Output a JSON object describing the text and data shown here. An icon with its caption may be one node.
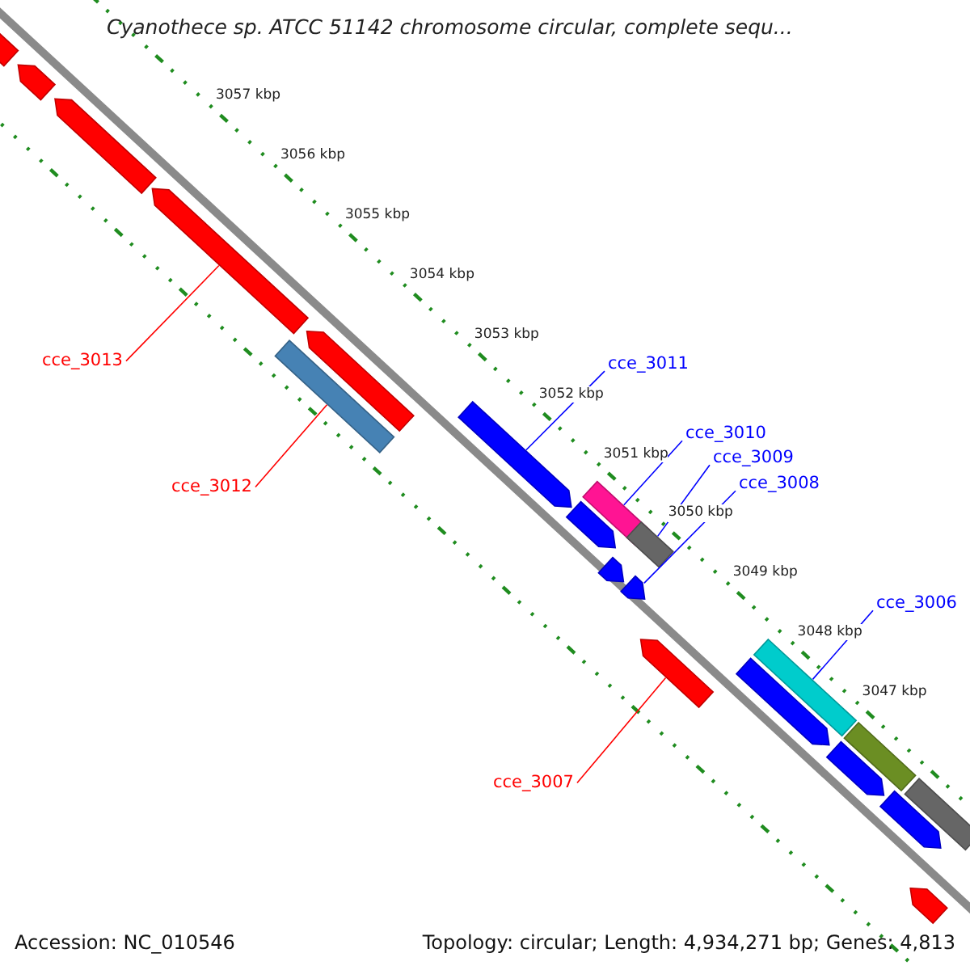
{
  "diagram": {
    "title": "Cyanothece sp. ATCC 51142 chromosome circular, complete sequ...",
    "nodes": [
      {
        "text": [
          "cce_3013"
        ]
      },
      {
        "text": [
          "cce_3012"
        ]
      },
      {
        "text": [
          "cce_3011"
        ]
      },
      {
        "text": [
          "cce_3010"
        ]
      },
      {
        "text": [
          "cce_3009"
        ]
      },
      {
        "text": [
          "cce_3008"
        ]
      },
      {
        "text": [
          "cce_3006"
        ]
      },
      {
        "text": [
          "cce_3007"
        ]
      },
      {
        "text": [],
        "shape": "arrow"
      },
      {
        "text": [],
        "shape": "arrow"
      },
      {
        "text": [],
        "shape": "arrow"
      },
      {
        "text": [],
        "shape": "arrow"
      },
      {
        "text": [],
        "shape": "bar"
      },
      {
        "text": [],
        "shape": "arrow"
      },
      {
        "text": [],
        "shape": "arrow"
      },
      {
        "text": [],
        "shape": "bar"
      },
      {
        "text": [],
        "shape": "arrow"
      },
      {
        "text": [],
        "shape": "bar"
      },
      {
        "text": [],
        "shape": "arrow"
      },
      {
        "text": [],
        "shape": "arrow"
      },
      {
        "text": [],
        "shape": "arrow"
      },
      {
        "text": [],
        "shape": "bar"
      },
      {
        "text": [],
        "shape": "arrow"
      },
      {
        "text": [],
        "shape": "bar"
      },
      {
        "text": [],
        "shape": "arrow"
      },
      {
        "text": [],
        "shape": "bar"
      },
      {
        "text": [],
        "shape": "arrow"
      },
      {
        "text": [],
        "shape": "arrow"
      }
    ],
    "edges": [
      {
        "from": 0,
        "to": 11,
        "arrow": "none",
        "color": "#ff0000"
      },
      {
        "from": 1,
        "to": 12,
        "arrow": "none",
        "color": "#ff0000"
      },
      {
        "from": 2,
        "to": 14,
        "arrow": "none"
      },
      {
        "from": 3,
        "to": 15,
        "arrow": "none"
      },
      {
        "from": 4,
        "to": 17,
        "arrow": "none"
      },
      {
        "from": 5,
        "to": 19,
        "arrow": "none"
      },
      {
        "from": 6,
        "to": 21,
        "arrow": "none"
      },
      {
        "from": 7,
        "to": 20,
        "arrow": "none",
        "color": "#ff0000"
      }
    ],
    "labels": [
      "3057 kbp",
      "3056 kbp",
      "3055 kbp",
      "3054 kbp",
      "3053 kbp",
      "3052 kbp",
      "3051 kbp",
      "3050 kbp",
      "3049 kbp",
      "3048 kbp",
      "3047 kbp",
      "Accession: NC_010546",
      "Topology: circular; Length: 4,934,271 bp; Genes: 4,813"
    ]
  }
}
